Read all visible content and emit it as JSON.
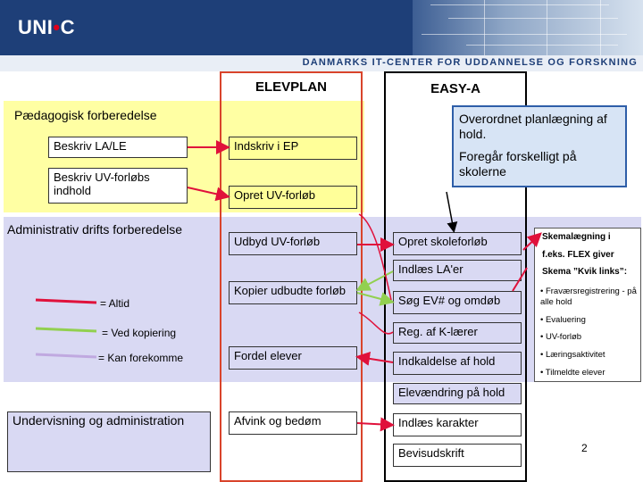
{
  "header": {
    "logo_main": "UNI",
    "logo_dot": "•",
    "logo_end": "C",
    "tagline": "DANMARKS IT-CENTER FOR UDDANNELSE OG FORSKNING"
  },
  "columns": {
    "elevplan": "ELEVPLAN",
    "easya": "EASY-A"
  },
  "sections": {
    "paedagogisk": "Pædagogisk forberedelse",
    "administrativ": "Administrativ drifts forberedelse",
    "undervisning": "Undervisning og administration"
  },
  "left_boxes": {
    "beskriv_la": "Beskriv LA/LE",
    "beskriv_uv": "Beskriv UV-forløbs indhold"
  },
  "elevplan_items": {
    "indskriv": "Indskriv i EP",
    "opret_uv": "Opret UV-forløb",
    "udbyd": "Udbyd UV-forløb",
    "kopier": "Kopier udbudte forløb",
    "fordel": "Fordel elever",
    "afvink": "Afvink og bedøm"
  },
  "easya_items": {
    "opret_skole": "Opret skoleforløb",
    "indlaes_la": "Indlæs LA'er",
    "soeg": "Søg EV# og omdøb",
    "reg": "Reg. af K-lærer",
    "indkald": "Indkaldelse af hold",
    "elevaendring": "Elevændring på hold",
    "indlaes_karakter": "Indlæs karakter",
    "bevis": "Bevisudskrift"
  },
  "note": {
    "line1": "Overordnet planlægning af hold.",
    "line2": "Foregår forskelligt på skolerne"
  },
  "right_panel": {
    "title1": "Skemalægning i",
    "title2": "f.eks. FLEX giver",
    "title3": "Skema ”Kvik links”:",
    "items": [
      "• Fraværsregistrering - på alle hold",
      "• Evaluering",
      "• UV-forløb",
      "• Læringsaktivitet",
      "• Tilmeldte elever"
    ]
  },
  "legend": {
    "altid": "= Altid",
    "ved_kopiering": "= Ved kopiering",
    "kan_forekomme": "= Kan forekomme",
    "colors": {
      "altid": "#e0113b",
      "ved_kopiering": "#92d050",
      "kan_forekomme": "#c0a9e0"
    }
  },
  "page_number": "2",
  "colors": {
    "header_blue": "#1e3f78",
    "zone_yellow": "#ffff99",
    "zone_lavender": "#d9d9f3",
    "elevplan_border": "#d9442b",
    "easya_border": "#000000",
    "note_fill": "#d7e4f5"
  }
}
